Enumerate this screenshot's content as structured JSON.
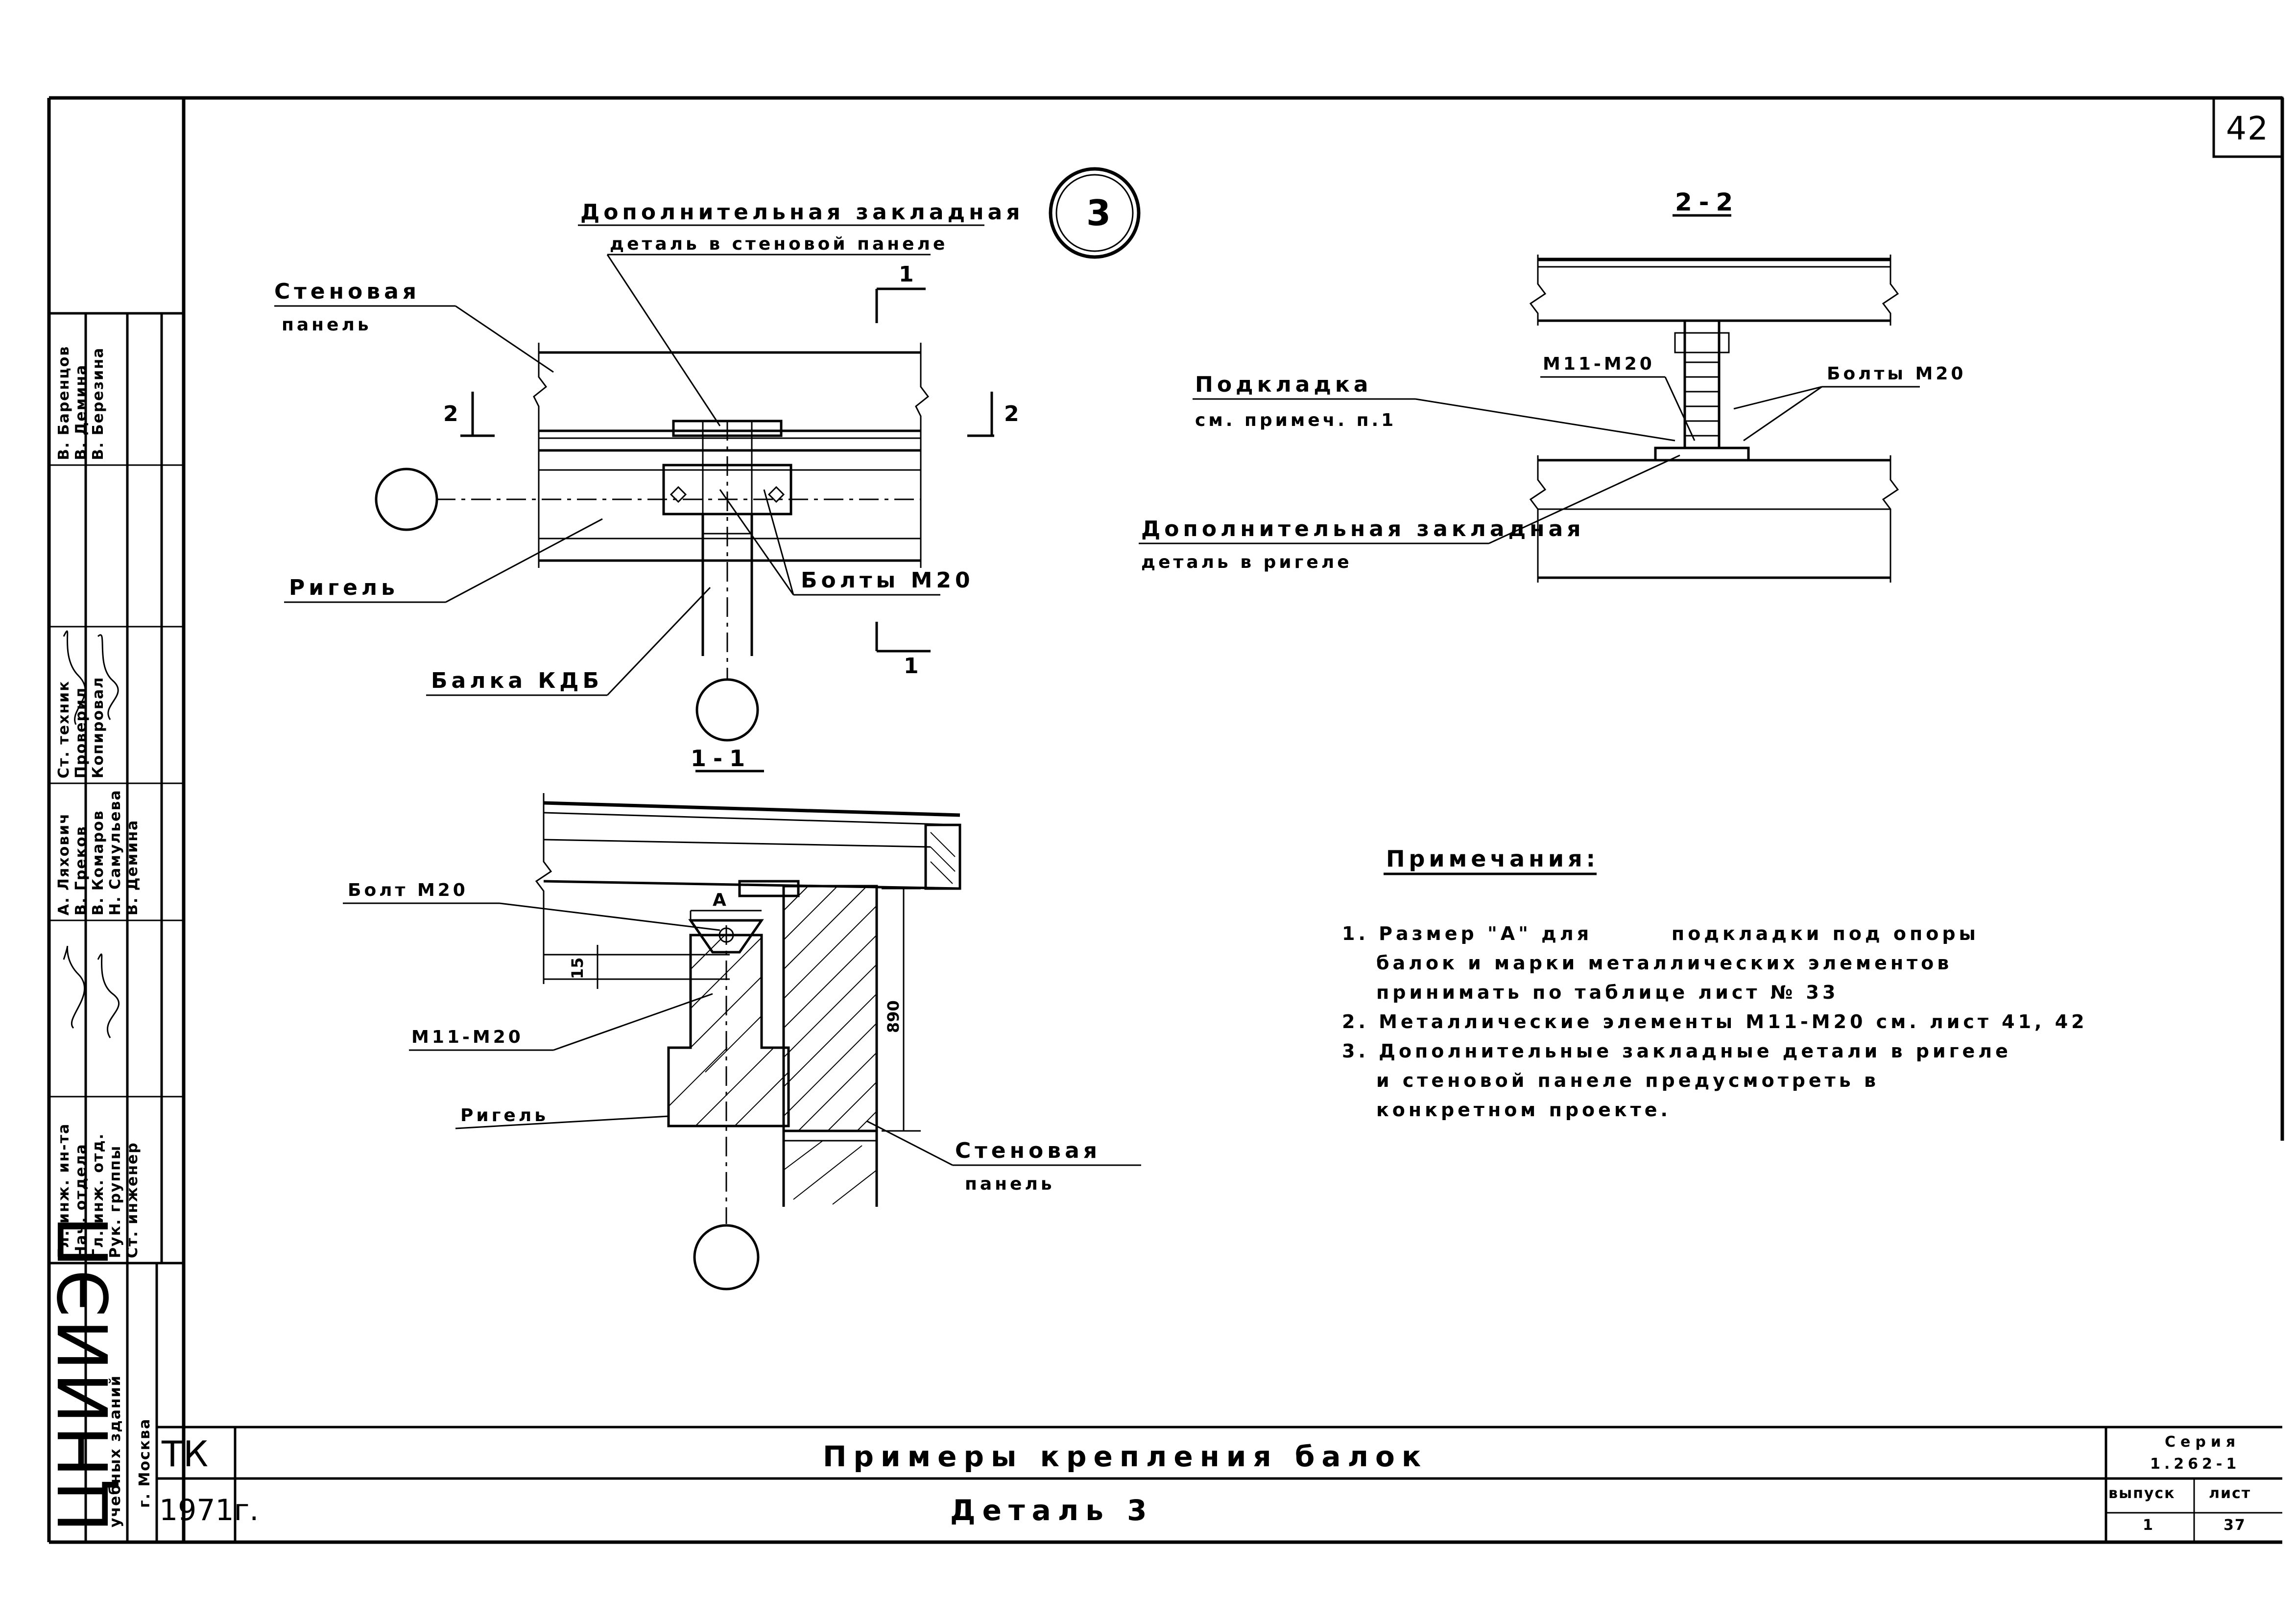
{
  "sheet": {
    "number": "42"
  },
  "detail_marker": "3",
  "plan_view": {
    "title_extra_detail_line1": "Дополнительная закладная",
    "title_extra_detail_line2": "деталь в стеновой панеле",
    "wall_panel_line1": "Стеновая",
    "wall_panel_line2": "панель",
    "girder": "Ригель",
    "beam": "Балка КДБ",
    "bolts": "Болты М20",
    "section_mark_1": "1",
    "section_mark_2": "2"
  },
  "section_2_2": {
    "title": "2-2",
    "m_label": "М11-М20",
    "bolts": "Болты М20",
    "pad_line1": "Подкладка",
    "pad_line2": "см. примеч. п.1",
    "extra_detail_line1": "Дополнительная закладная",
    "extra_detail_line2": "деталь в ригеле"
  },
  "section_1_1": {
    "title": "1-1",
    "bolt": "Болт М20",
    "dim_a": "А",
    "dim_15": "15",
    "dim_890": "890",
    "m_label": "М11-М20",
    "girder": "Ригель",
    "wall_panel_line1": "Стеновая",
    "wall_panel_line2": "панель"
  },
  "notes": {
    "title": "Примечания:",
    "items": [
      "1. Размер \"А\" для        подкладки под опоры",
      "балок и марки металлических элементов",
      "принимать по таблице лист № 33",
      "2. Металлические элементы  М11-М20  см. лист 41, 42",
      "3. Дополнительные закладные детали в ригеле",
      "и стеновой панеле предусмотреть в",
      "конкретном проекте."
    ]
  },
  "stamp": {
    "org_line1": "ЦНИИЭП",
    "org_line2": "учебных зданий",
    "org_line3": "г. Москва",
    "roles": [
      "Гл. инж. ин-та",
      "Нач. отдела",
      "Гл. инж. отд.",
      "Рук. группы",
      "Ст. инженер",
      "Ст. техник",
      "Проверил",
      "Копировал"
    ],
    "names": [
      "А. Ляхович",
      "В. Греков",
      "В. Комаров",
      "Н. Самульева",
      "В. Демина",
      "В. Баренцов",
      "В. Демина",
      "В. Березина"
    ]
  },
  "title_block": {
    "tk": "ТК",
    "year": "1971г.",
    "title": "Примеры крепления балок",
    "subtitle": "Деталь 3",
    "series_label": "Серия",
    "series_value": "1.262-1",
    "issue_label": "выпуск",
    "issue_value": "1",
    "sheet_label": "лист",
    "sheet_value": "37"
  }
}
